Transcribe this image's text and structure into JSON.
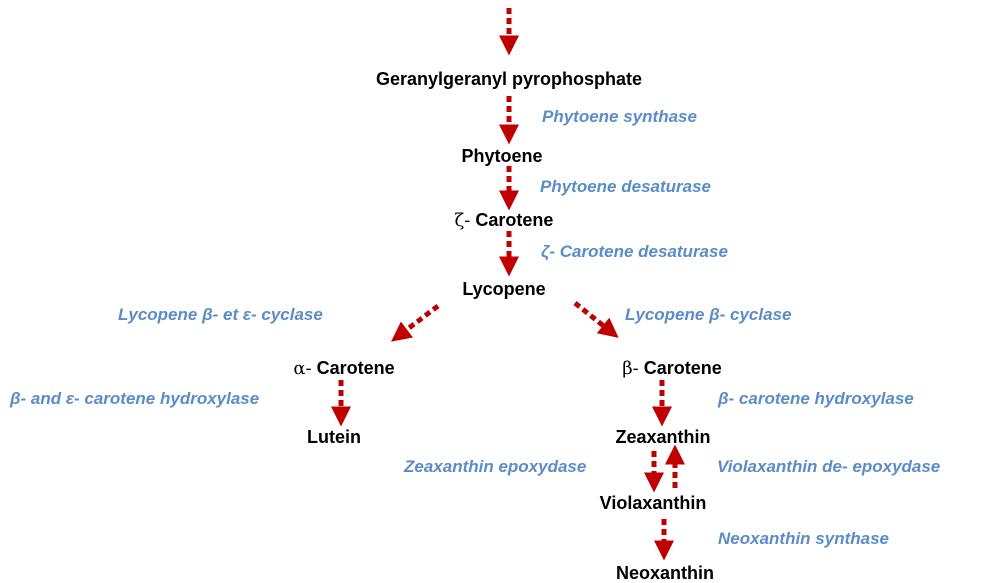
{
  "colors": {
    "arrow": "#c00000",
    "compound": "#000000",
    "enzyme": "#5b8cc8"
  },
  "compounds": {
    "ggpp": "Geranylgeranyl pyrophosphate",
    "phytoene": "Phytoene",
    "zeta_carotene_prefix": "ζ-",
    "zeta_carotene": "Carotene",
    "lycopene": "Lycopene",
    "alpha_carotene_prefix": "α-",
    "alpha_carotene": "Carotene",
    "beta_carotene_prefix": "β-",
    "beta_carotene": "Carotene",
    "lutein": "Lutein",
    "zeaxanthin": "Zeaxanthin",
    "violaxanthin": "Violaxanthin",
    "neoxanthin": "Neoxanthin"
  },
  "enzymes": {
    "phytoene_synthase": "Phytoene synthase",
    "phytoene_desaturase": "Phytoene desaturase",
    "zeta_desaturase": "ζ- Carotene desaturase",
    "lycopene_be_cyclase": "Lycopene β- et ε- cyclase",
    "lycopene_b_cyclase": "Lycopene β- cyclase",
    "be_hydroxylase": "β- and ε- carotene hydroxylase",
    "b_hydroxylase": "β- carotene hydroxylase",
    "zeaxanthin_epoxydase": "Zeaxanthin epoxydase",
    "violaxanthin_deepoxydase": "Violaxanthin de- epoxydase",
    "neoxanthin_synthase": "Neoxanthin synthase"
  }
}
